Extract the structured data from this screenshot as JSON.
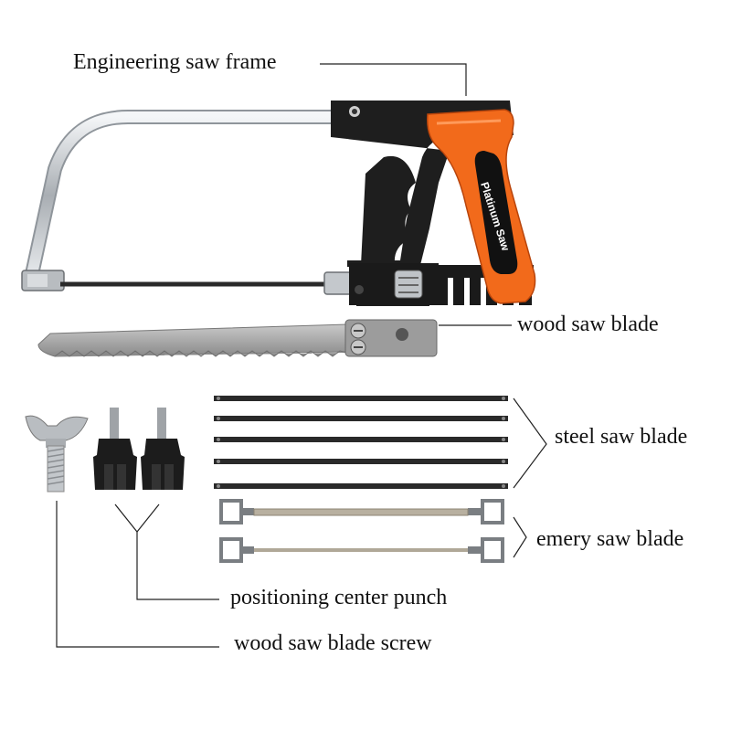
{
  "labels": {
    "saw_frame": "Engineering saw frame",
    "wood_blade": "wood saw blade",
    "steel_blade": "steel saw blade",
    "emery_blade": "emery saw blade",
    "center_punch": "positioning center punch",
    "blade_screw": "wood saw blade screw"
  },
  "handle_brand": "Platinum Saw",
  "colors": {
    "handle_orange": "#f26a1b",
    "handle_black": "#1c1c1c",
    "frame_chrome": "#c9cdd1",
    "blade_gray": "#9a9a9a",
    "line_color": "#222222"
  }
}
